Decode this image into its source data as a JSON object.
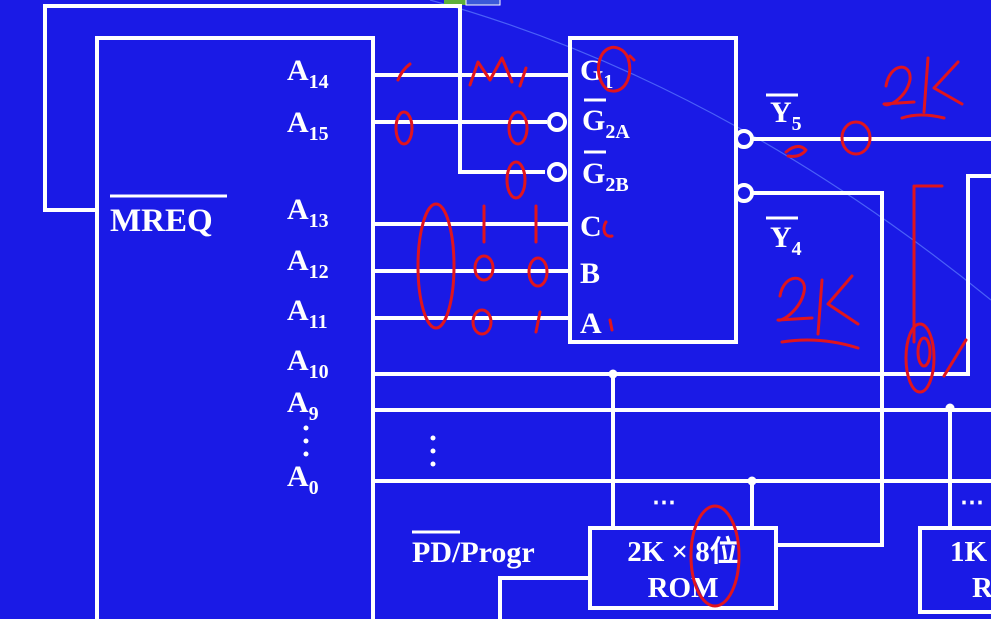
{
  "colors": {
    "background": "#1a1ae6",
    "wire": "#ffffff",
    "ink": "#e0141e",
    "accent": "#5eb03a"
  },
  "cpu": {
    "mreq": "MREQ",
    "pins": [
      {
        "base": "A",
        "sub": "14"
      },
      {
        "base": "A",
        "sub": "15"
      },
      {
        "base": "A",
        "sub": "13"
      },
      {
        "base": "A",
        "sub": "12"
      },
      {
        "base": "A",
        "sub": "11"
      },
      {
        "base": "A",
        "sub": "10"
      },
      {
        "base": "A",
        "sub": "9"
      },
      {
        "base": "A",
        "sub": "0"
      }
    ],
    "pd_progr": "PD/Progr"
  },
  "decoder": {
    "inputs": [
      {
        "base": "G",
        "sub": "1"
      },
      {
        "base": "G",
        "sub": "2A"
      },
      {
        "base": "G",
        "sub": "2B"
      },
      {
        "base": "C",
        "sub": ""
      },
      {
        "base": "B",
        "sub": ""
      },
      {
        "base": "A",
        "sub": ""
      }
    ],
    "outputs": [
      {
        "base": "Y",
        "sub": "5"
      },
      {
        "base": "Y",
        "sub": "4"
      }
    ]
  },
  "rom": {
    "line1": "2K × 8位",
    "line2": "ROM"
  },
  "chip2": {
    "line1": "1K",
    "line2": "R"
  },
  "dots": "⋯"
}
